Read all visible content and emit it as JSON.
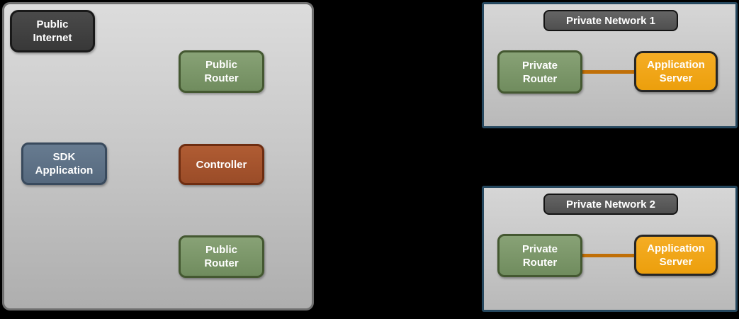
{
  "background_color": "#000000",
  "public_zone": {
    "nodes": {
      "public_internet": "Public Internet",
      "public_router_top": "Public Router",
      "sdk_application": "SDK Application",
      "controller": "Controller",
      "public_router_bottom": "Public Router"
    }
  },
  "private_networks": [
    {
      "title": "Private Network 1",
      "router_label": "Private Router",
      "server_label": "Application Server"
    },
    {
      "title": "Private Network 2",
      "router_label": "Private Router",
      "server_label": "Application Server"
    }
  ],
  "colors": {
    "zone_border": "#6f6f6f",
    "zone_fill_top": "#dcdcdc",
    "zone_fill_bottom": "#aeaeae",
    "private_network_border": "#26485f",
    "network_title_fill": "#5a5a5a",
    "node_dark_fill": "#3f3f3f",
    "node_green_fill": "#7c9169",
    "node_green_border": "#445831",
    "node_slate_fill": "#5e7287",
    "node_rust_fill": "#a5552e",
    "node_orange_fill": "#f0a418",
    "connector_line": "#c06f07",
    "label_text": "#ffffff"
  }
}
